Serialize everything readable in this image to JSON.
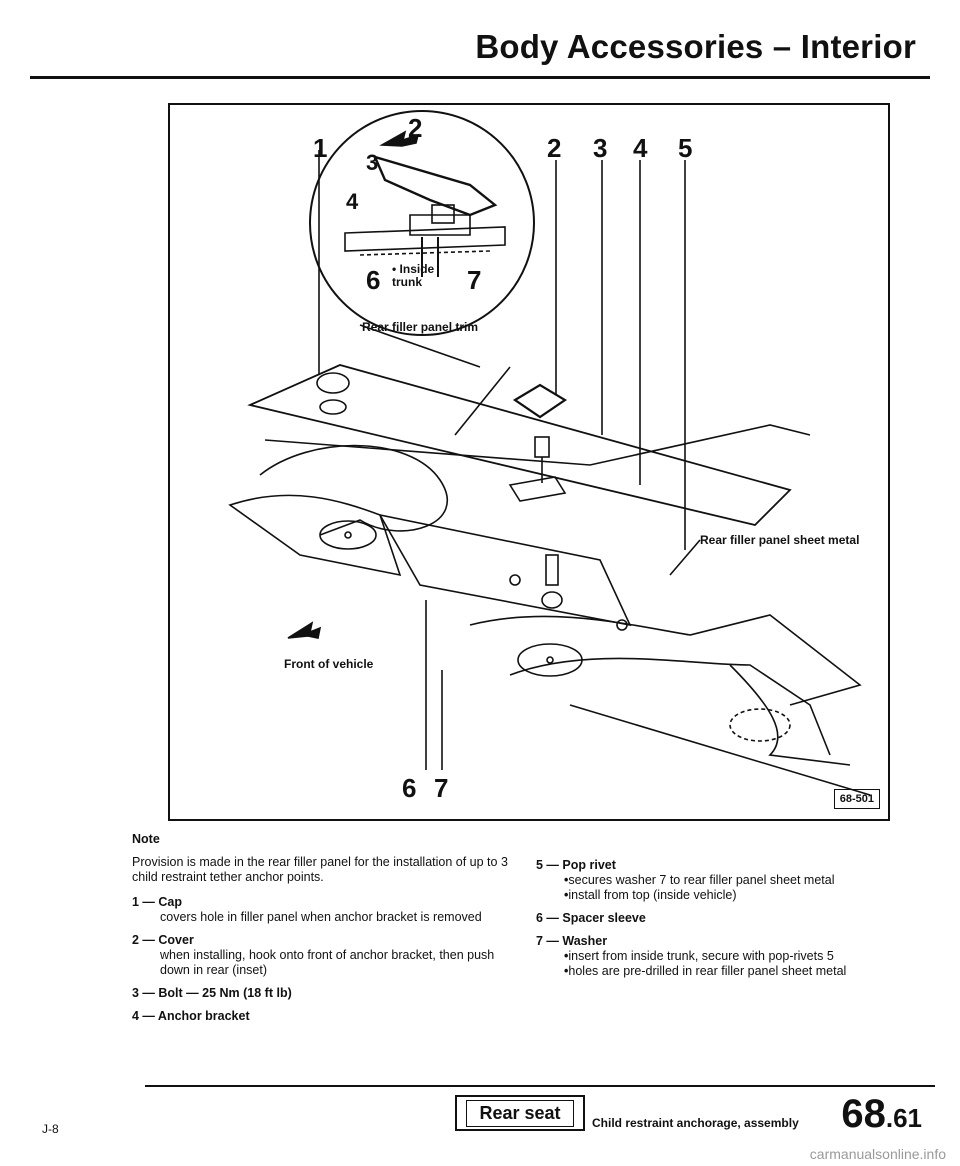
{
  "header": {
    "title": "Body Accessories – Interior"
  },
  "figure": {
    "callouts_top": [
      "1",
      "2",
      "3",
      "4",
      "5"
    ],
    "callouts_bottom": [
      "6",
      "7"
    ],
    "inset": {
      "callouts": [
        "2",
        "3",
        "4",
        "6",
        "7"
      ],
      "inside_label": "• Inside trunk"
    },
    "labels": {
      "rear_filler_trim": "Rear filler panel trim",
      "rear_filler_sheet": "Rear filler panel sheet metal",
      "front_of_vehicle": "Front of vehicle"
    },
    "ref": "68-501"
  },
  "left_text": {
    "note_heading": "Note",
    "note_text": "Provision is made in the rear filler panel for the installation of up to 3 child restraint tether anchor points.",
    "items": [
      {
        "head": "1 — Cap",
        "desc": "covers hole in filler panel when anchor bracket is removed"
      },
      {
        "head": "2 — Cover",
        "desc": "when installing, hook onto front of anchor bracket, then push down in rear (inset)"
      },
      {
        "head": "3 — Bolt — 25 Nm (18 ft lb)",
        "desc": ""
      },
      {
        "head": "4 — Anchor bracket",
        "desc": ""
      }
    ]
  },
  "right_text": {
    "item5": {
      "head": "5 — Pop rivet",
      "bullets": [
        "secures washer 7 to rear filler panel sheet metal",
        "install from top (inside vehicle)"
      ]
    },
    "item6": {
      "head": "6 — Spacer sleeve"
    },
    "item7": {
      "head": "7 — Washer",
      "bullets": [
        "insert from inside trunk, secure with pop-rivets 5",
        "holes are pre-drilled in rear filler panel sheet metal"
      ]
    }
  },
  "footer": {
    "page_ref": "J-8",
    "section": "Rear seat",
    "subtitle": "Child restraint anchorage, assembly",
    "page_major": "68",
    "page_minor": ".61",
    "watermark": "carmanualsonline.info"
  }
}
